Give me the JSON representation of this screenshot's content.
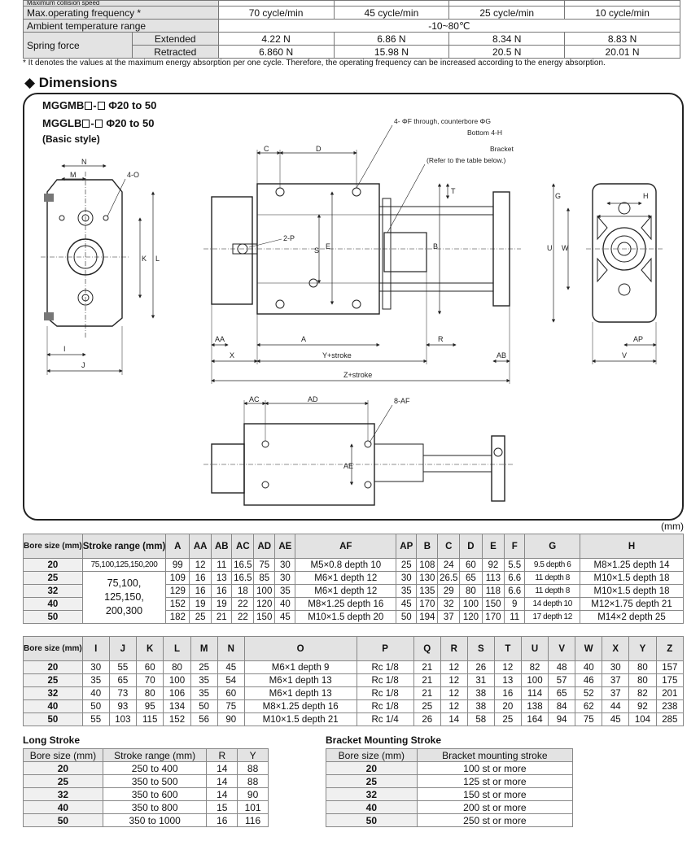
{
  "spec_table": {
    "cut_row": [
      "Maximum collision speed",
      "",
      "",
      "",
      ""
    ],
    "rows": [
      {
        "label": "Max.operating frequency *",
        "values": [
          "70 cycle/min",
          "45 cycle/min",
          "25 cycle/min",
          "10 cycle/min"
        ]
      },
      {
        "label": "Ambient temperature range",
        "merged": "-10~80℃"
      }
    ],
    "spring": {
      "label": "Spring force",
      "extended": {
        "label": "Extended",
        "values": [
          "4.22 N",
          "6.86 N",
          "8.34 N",
          "8.83 N"
        ]
      },
      "retracted": {
        "label": "Retracted",
        "values": [
          "6.860 N",
          "15.98 N",
          "20.5 N",
          "20.01 N"
        ]
      }
    },
    "note": "* It denotes the values at the maximum energy absorption per one cycle. Therefore, the operating frequency can be increased according to the energy absorption."
  },
  "dimensions": {
    "heading": "◆ Dimensions",
    "model1": {
      "prefix": "MGGMB",
      "dash": "-",
      "range": "Φ20 to 50"
    },
    "model2": {
      "prefix": "MGGLB",
      "dash": "-",
      "range": "Φ20 to 50"
    },
    "style": "(Basic style)",
    "labels": {
      "n": "N",
      "m": "M",
      "o4": "4-O",
      "k": "K",
      "l": "L",
      "i": "I",
      "j": "J",
      "c": "C",
      "d": "D",
      "t": "T",
      "p2": "2-P",
      "s": "S",
      "e": "E",
      "b": "B",
      "aa": "AA",
      "a": "A",
      "r": "R",
      "x": "X",
      "ystroke": "Y+stroke",
      "ab": "AB",
      "zstroke": "Z+stroke",
      "ff": "4- ΦF through, counterbore ΦG",
      "bottom": "Bottom 4-H",
      "bracket": "Bracket",
      "refer": "(Refer to the table below.)",
      "g": "G",
      "h": "H",
      "u": "U",
      "w": "W",
      "ap": "AP",
      "v": "V",
      "ac": "AC",
      "ad": "AD",
      "af8": "8-AF",
      "ae": "AE"
    },
    "unit": "(mm)"
  },
  "table1": {
    "headers": [
      "Bore size (mm)",
      "Stroke range (mm)",
      "A",
      "AA",
      "AB",
      "AC",
      "AD",
      "AE",
      "AF",
      "AP",
      "B",
      "C",
      "D",
      "E",
      "F",
      "G",
      "H"
    ],
    "stroke_first": "75,100,125,150,200",
    "stroke_merged": [
      "75,100,",
      "125,150,",
      "200,300"
    ],
    "rows": [
      {
        "bore": "20",
        "values": [
          "99",
          "12",
          "11",
          "16.5",
          "75",
          "30",
          "M5×0.8 depth 10",
          "25",
          "108",
          "24",
          "60",
          "92",
          "5.5",
          "9.5 depth 6",
          "M8×1.25 depth 14"
        ]
      },
      {
        "bore": "25",
        "values": [
          "109",
          "16",
          "13",
          "16.5",
          "85",
          "30",
          "M6×1 depth 12",
          "30",
          "130",
          "26.5",
          "65",
          "113",
          "6.6",
          "11 depth 8",
          "M10×1.5 depth 18"
        ]
      },
      {
        "bore": "32",
        "values": [
          "129",
          "16",
          "16",
          "18",
          "100",
          "35",
          "M6×1 depth 12",
          "35",
          "135",
          "29",
          "80",
          "118",
          "6.6",
          "11 depth 8",
          "M10×1.5 depth 18"
        ]
      },
      {
        "bore": "40",
        "values": [
          "152",
          "19",
          "19",
          "22",
          "120",
          "40",
          "M8×1.25 depth 16",
          "45",
          "170",
          "32",
          "100",
          "150",
          "9",
          "14 depth 10",
          "M12×1.75 depth 21"
        ]
      },
      {
        "bore": "50",
        "values": [
          "182",
          "25",
          "21",
          "22",
          "150",
          "45",
          "M10×1.5 depth 20",
          "50",
          "194",
          "37",
          "120",
          "170",
          "11",
          "17 depth 12",
          "M14×2 depth 25"
        ]
      }
    ]
  },
  "table2": {
    "headers": [
      "Bore size (mm)",
      "I",
      "J",
      "K",
      "L",
      "M",
      "N",
      "O",
      "P",
      "Q",
      "R",
      "S",
      "T",
      "U",
      "V",
      "W",
      "X",
      "Y",
      "Z"
    ],
    "rows": [
      {
        "bore": "20",
        "values": [
          "30",
          "55",
          "60",
          "80",
          "25",
          "45",
          "M6×1 depth 9",
          "Rc 1/8",
          "21",
          "12",
          "26",
          "12",
          "82",
          "48",
          "40",
          "30",
          "80",
          "157"
        ]
      },
      {
        "bore": "25",
        "values": [
          "35",
          "65",
          "70",
          "100",
          "35",
          "54",
          "M6×1 depth 13",
          "Rc 1/8",
          "21",
          "12",
          "31",
          "13",
          "100",
          "57",
          "46",
          "37",
          "80",
          "175"
        ]
      },
      {
        "bore": "32",
        "values": [
          "40",
          "73",
          "80",
          "106",
          "35",
          "60",
          "M6×1 depth 13",
          "Rc 1/8",
          "21",
          "12",
          "38",
          "16",
          "114",
          "65",
          "52",
          "37",
          "82",
          "201"
        ]
      },
      {
        "bore": "40",
        "values": [
          "50",
          "93",
          "95",
          "134",
          "50",
          "75",
          "M8×1.25 depth 16",
          "Rc 1/8",
          "25",
          "12",
          "38",
          "20",
          "138",
          "84",
          "62",
          "44",
          "92",
          "238"
        ]
      },
      {
        "bore": "50",
        "values": [
          "55",
          "103",
          "115",
          "152",
          "56",
          "90",
          "M10×1.5 depth 21",
          "Rc 1/4",
          "26",
          "14",
          "58",
          "25",
          "164",
          "94",
          "75",
          "45",
          "104",
          "285"
        ]
      }
    ]
  },
  "long_stroke": {
    "title": "Long Stroke",
    "headers": [
      "Bore size (mm)",
      "Stroke range (mm)",
      "R",
      "Y"
    ],
    "rows": [
      [
        "20",
        "250 to 400",
        "14",
        "88"
      ],
      [
        "25",
        "350 to 500",
        "14",
        "88"
      ],
      [
        "32",
        "350 to 600",
        "14",
        "90"
      ],
      [
        "40",
        "350 to 800",
        "15",
        "101"
      ],
      [
        "50",
        "350 to 1000",
        "16",
        "116"
      ]
    ]
  },
  "bracket_stroke": {
    "title": "Bracket Mounting Stroke",
    "headers": [
      "Bore size (mm)",
      "Bracket mounting stroke"
    ],
    "rows": [
      [
        "20",
        "100 st or more"
      ],
      [
        "25",
        "125 st or more"
      ],
      [
        "32",
        "150 st or more"
      ],
      [
        "40",
        "200 st or more"
      ],
      [
        "50",
        "250 st or more"
      ]
    ]
  }
}
